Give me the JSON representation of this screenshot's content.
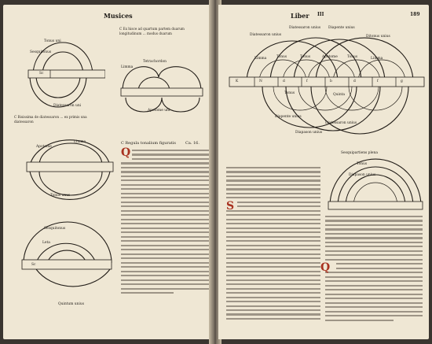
{
  "left_page": {
    "running_head": "Musices",
    "fig1": {
      "labels": [
        "Tonus uni",
        "Sesquitonus",
        "Sc",
        "Diatessaron uni"
      ]
    },
    "fig1_caption": "C Bisissima de diatessaron ... ex primis una diatessaron",
    "fig2": {
      "labels": [
        "Limma",
        "Tetrachordon",
        "Apotome uni"
      ]
    },
    "fig2_caption": "C Ex hisce ad quartum partem duarum longitudinum ... modus duarum",
    "fig3": {
      "labels": [
        "Apotome",
        "Limma",
        "Tonus unus"
      ]
    },
    "fig4": {
      "labels": [
        "Sesquitonus",
        "Leta",
        "Quintum unius",
        "Sc"
      ]
    },
    "section_title": "C Regula tonalium figuratis",
    "section_number": "Ca. 16.",
    "dropcap": "Q"
  },
  "right_page": {
    "running_head": "Liber",
    "book_number": "III",
    "folio": "189",
    "big_diagram": {
      "top_labels": [
        "Diatessaron unius",
        "Diatessaron unius",
        "Diapente unius",
        "Ditonus unius"
      ],
      "inner_labels": [
        "Limma",
        "Tonus",
        "Tonus",
        "Apotome",
        "Tonus",
        "Limma",
        "Tonus",
        "Quinta"
      ],
      "scale_letters": [
        "K",
        "N",
        "d",
        "f",
        "b",
        "d",
        "f",
        "g"
      ],
      "bottom_labels": [
        "Diapente unius",
        "Diatessaron unius",
        "Diapason unius"
      ]
    },
    "small_diagram": {
      "labels": [
        "Sesquipartiens plena",
        "Tonus",
        "Diapason unius"
      ]
    },
    "dropcap_1": "S",
    "dropcap_2": "Q"
  }
}
